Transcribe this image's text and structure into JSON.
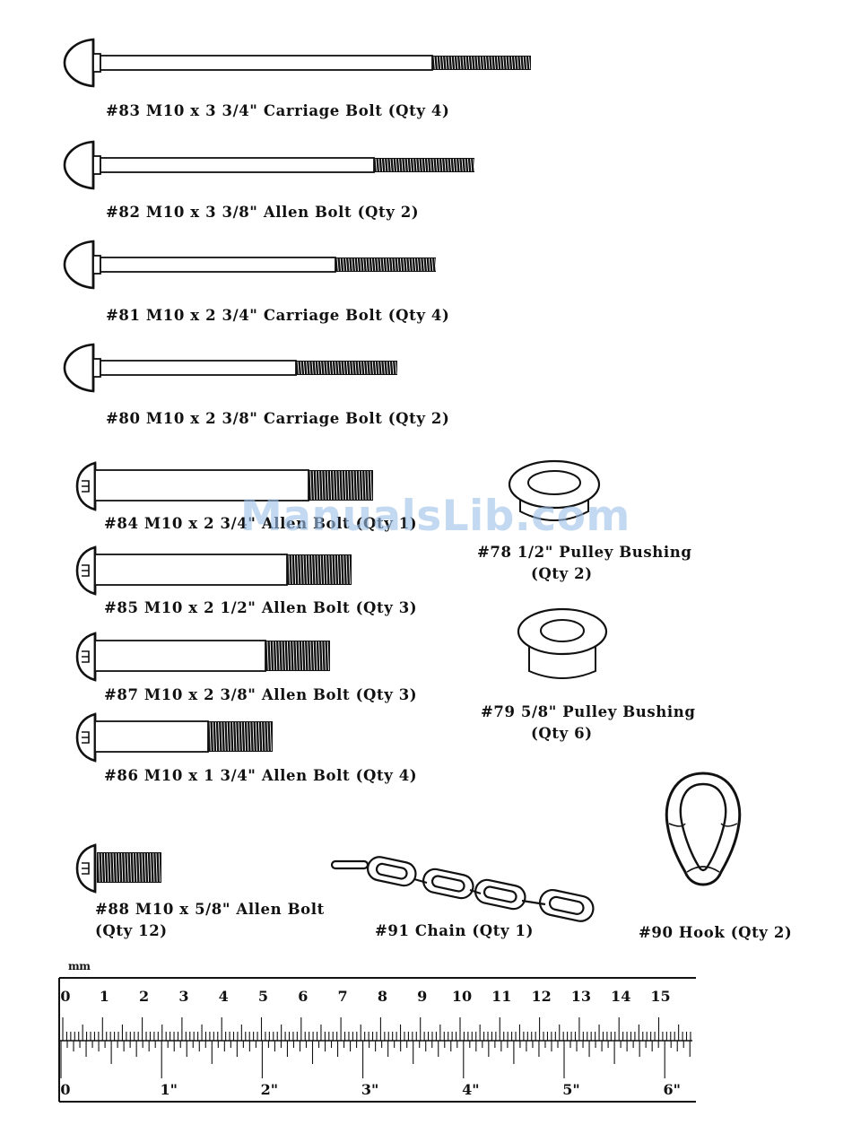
{
  "parts": [
    {
      "key": "p83",
      "label": "#83 M10 x 3 3/4\" Carriage Bolt (Qty 4)"
    },
    {
      "key": "p82",
      "label": "#82 M10 x 3 3/8\" Allen Bolt (Qty 2)"
    },
    {
      "key": "p81",
      "label": "#81 M10 x 2 3/4\" Carriage Bolt (Qty 4)"
    },
    {
      "key": "p80",
      "label": "#80 M10 x 2 3/8\" Carriage Bolt (Qty 2)"
    },
    {
      "key": "p84",
      "label": "#84 M10 x 2 3/4\" Allen Bolt (Qty 1)"
    },
    {
      "key": "p85",
      "label": "#85 M10 x 2 1/2\" Allen Bolt (Qty 3)"
    },
    {
      "key": "p87",
      "label": "#87 M10 x 2 3/8\" Allen Bolt (Qty 3)"
    },
    {
      "key": "p86",
      "label": "#86 M10 x 1 3/4\" Allen Bolt (Qty 4)"
    },
    {
      "key": "p88",
      "label_line1": "#88 M10 x 5/8\" Allen Bolt",
      "label_line2": "(Qty 12)"
    },
    {
      "key": "p78",
      "label_line1": "#78 1/2\" Pulley Bushing",
      "label_line2": "(Qty 2)"
    },
    {
      "key": "p79",
      "label_line1": "#79 5/8\" Pulley Bushing",
      "label_line2": "(Qty 6)"
    },
    {
      "key": "p91",
      "label": "#91 Chain (Qty 1)"
    },
    {
      "key": "p90",
      "label": "#90 Hook (Qty 2)"
    }
  ],
  "watermark": "ManualsLib.com",
  "ruler": {
    "metric_unit": "mm",
    "cm_labels": [
      "0",
      "1",
      "2",
      "3",
      "4",
      "5",
      "6",
      "7",
      "8",
      "9",
      "10",
      "11",
      "12",
      "13",
      "14",
      "15"
    ],
    "inch_labels": [
      "0",
      "1\"",
      "2\"",
      "3\"",
      "4\"",
      "5\"",
      "6\""
    ]
  },
  "colors": {
    "ink": "#111111",
    "watermark": "#9cc0e8"
  }
}
